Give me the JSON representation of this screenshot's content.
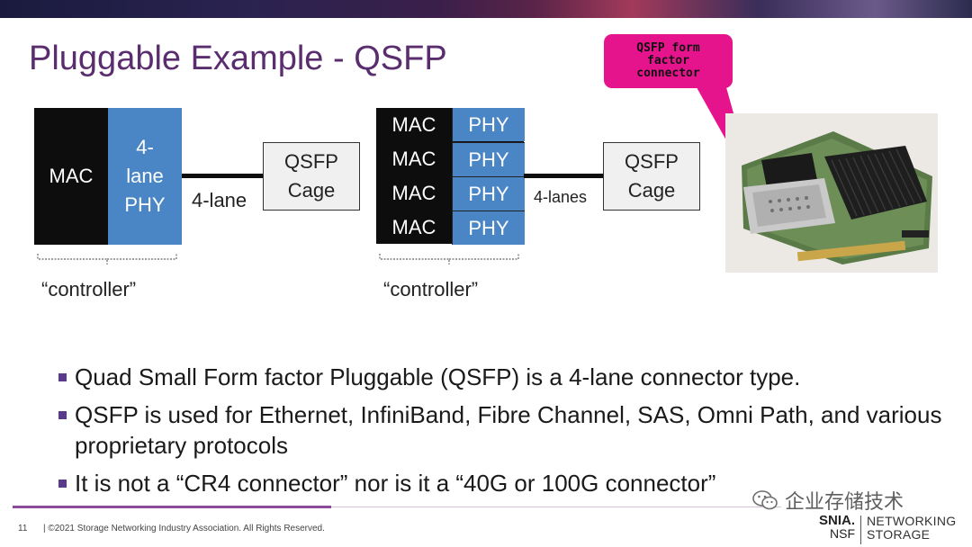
{
  "slide": {
    "title": "Pluggable Example - QSFP",
    "page_number": "11",
    "copyright": "| ©2021 Storage Networking Industry Association. All Rights Reserved."
  },
  "diagram_left": {
    "mac": "MAC",
    "phy_lines": [
      "4-",
      "lane",
      "PHY"
    ],
    "link_label": "4-lane",
    "cage_lines": [
      "QSFP",
      "Cage"
    ],
    "controller_label": "“controller”"
  },
  "diagram_right": {
    "rows": [
      {
        "mac": "MAC",
        "phy": "PHY"
      },
      {
        "mac": "MAC",
        "phy": "PHY"
      },
      {
        "mac": "MAC",
        "phy": "PHY"
      },
      {
        "mac": "MAC",
        "phy": "PHY"
      }
    ],
    "link_label": "4-lanes",
    "cage_lines": [
      "QSFP",
      "Cage"
    ],
    "controller_label": "“controller”"
  },
  "callout": {
    "lines": [
      "QSFP form",
      "factor",
      "connector"
    ],
    "color": "#e6148c"
  },
  "bullets": [
    "Quad Small Form factor Pluggable (QSFP) is a 4-lane connector type.",
    "QSFP is used for Ethernet, InfiniBand, Fibre Channel, SAS, Omni Path, and various proprietary protocols",
    "It is not a “CR4 connector” nor is it a “40G or 100G connector”"
  ],
  "watermark": {
    "text": "企业存储技术",
    "icon": "wechat-icon"
  },
  "logo": {
    "brand_top": "SNIA.",
    "brand_bottom": "NSF",
    "line1": "NETWORKING",
    "line2": "STORAGE"
  },
  "colors": {
    "title": "#5a2d6e",
    "phy_blue": "#4a86c6",
    "accent_purple": "#8a4a9a"
  }
}
